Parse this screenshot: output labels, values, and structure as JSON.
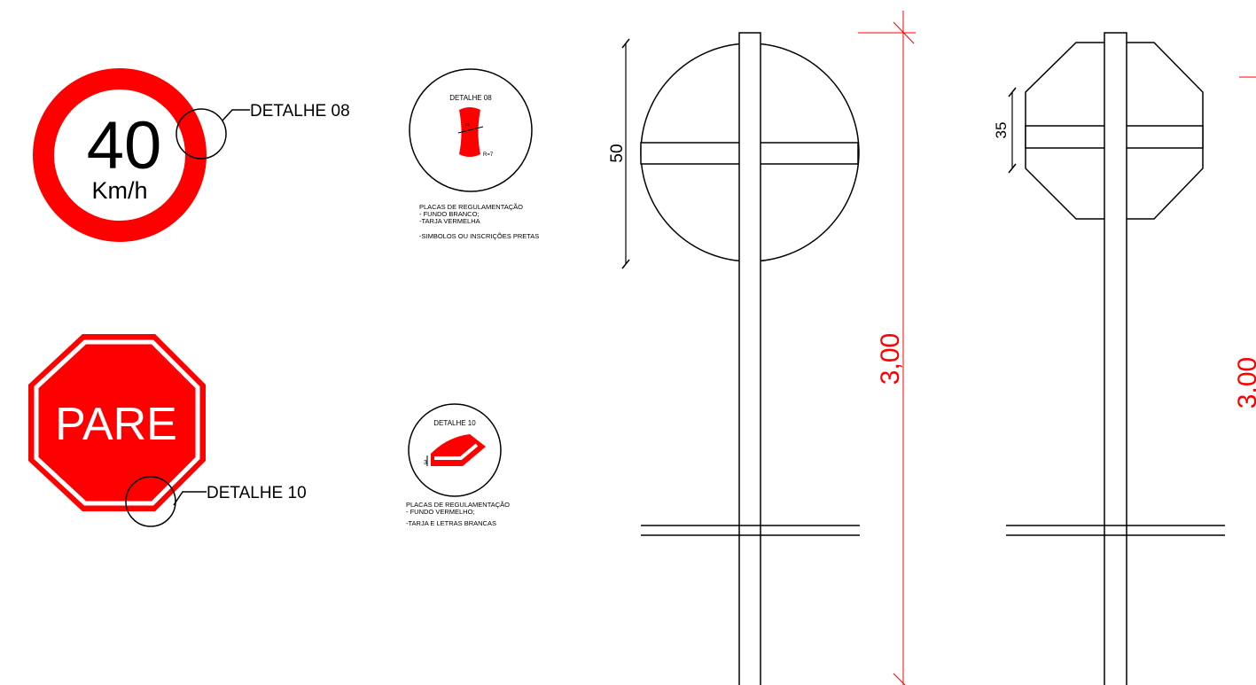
{
  "speed_sign": {
    "number": "40",
    "unit": "Km/h",
    "callout": "DETALHE 08"
  },
  "stop_sign": {
    "text": "PARE",
    "callout": "DETALHE 10"
  },
  "detail_08": {
    "title": "DETALHE 08",
    "dim_small": "9",
    "radius_label": "R=7",
    "notes": [
      "PLACAS DE REGULAMENTAÇÃO",
      "- FUNDO BRANCO;",
      "-TARJA VERMELHA",
      "-SIMBOLOS OU INSCRIÇÕES PRETAS"
    ]
  },
  "detail_10": {
    "title": "DETALHE 10",
    "dim_small": "3",
    "notes": [
      "PLACAS DE REGULAMENTAÇÃO",
      "- FUNDO VERMELHO;",
      "-TARJA E LETRAS BRANCAS"
    ]
  },
  "elevation_round": {
    "diameter_label": "50",
    "height_label": "3,00"
  },
  "elevation_octagon": {
    "size_label": "35",
    "height_label": "3,00"
  },
  "colors": {
    "sign_red": "#ff0000",
    "dimension_red": "#ff0000",
    "line_black": "#000000",
    "background": "#ffffff"
  }
}
